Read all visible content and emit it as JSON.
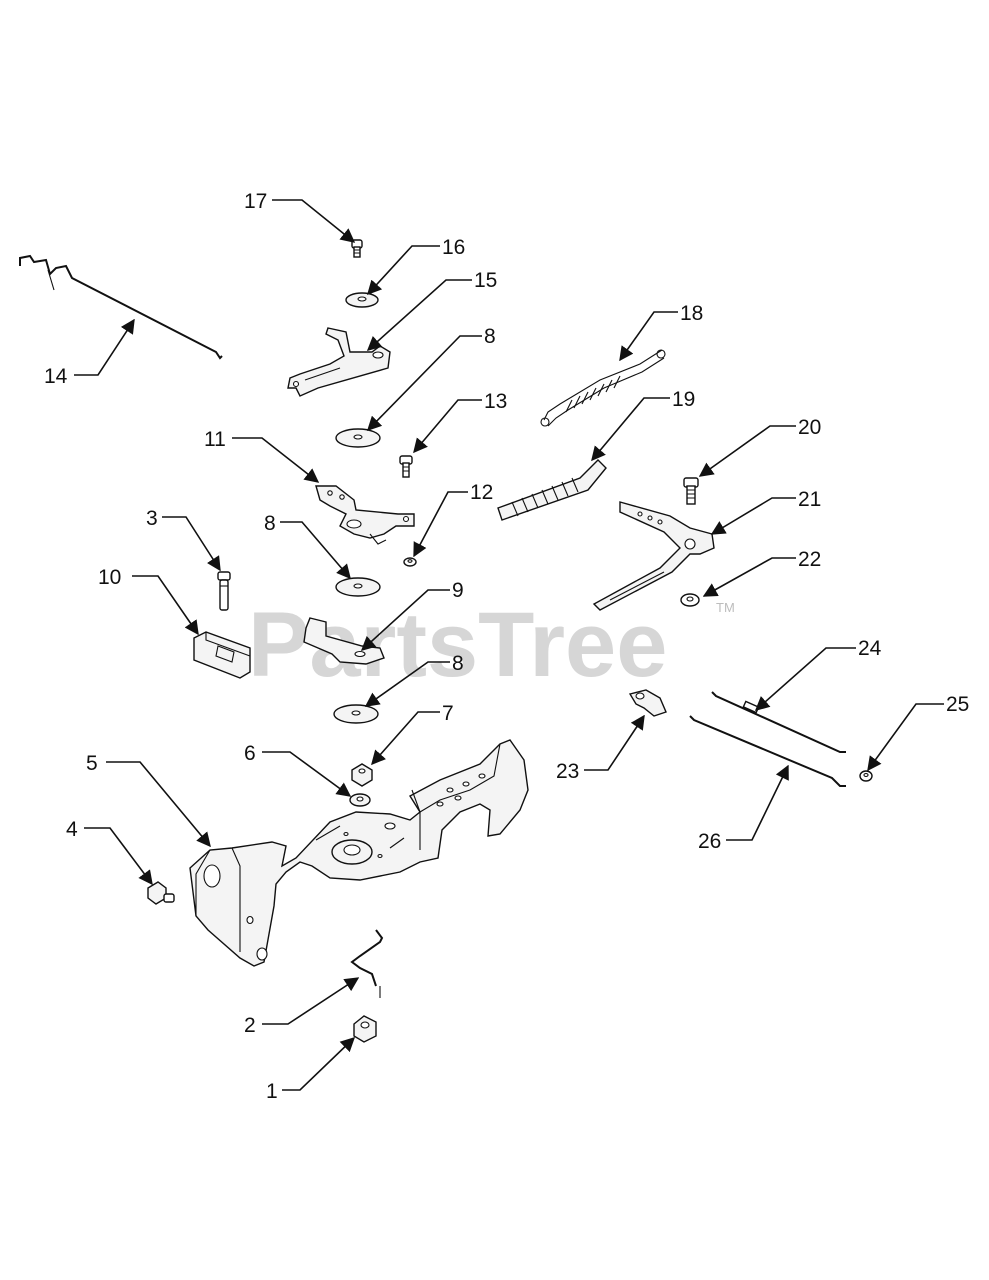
{
  "watermark": {
    "text": "PartsTree",
    "mark": "TM"
  },
  "callouts": [
    {
      "id": "c17",
      "label": "17"
    },
    {
      "id": "c16",
      "label": "16"
    },
    {
      "id": "c15",
      "label": "15"
    },
    {
      "id": "c14",
      "label": "14"
    },
    {
      "id": "c8a",
      "label": "8"
    },
    {
      "id": "c13",
      "label": "13"
    },
    {
      "id": "c18",
      "label": "18"
    },
    {
      "id": "c19",
      "label": "19"
    },
    {
      "id": "c20",
      "label": "20"
    },
    {
      "id": "c11",
      "label": "11"
    },
    {
      "id": "c12",
      "label": "12"
    },
    {
      "id": "c21",
      "label": "21"
    },
    {
      "id": "c3",
      "label": "3"
    },
    {
      "id": "c8b",
      "label": "8"
    },
    {
      "id": "c22",
      "label": "22"
    },
    {
      "id": "c10",
      "label": "10"
    },
    {
      "id": "c9",
      "label": "9"
    },
    {
      "id": "c8c",
      "label": "8"
    },
    {
      "id": "c24",
      "label": "24"
    },
    {
      "id": "c25",
      "label": "25"
    },
    {
      "id": "c7",
      "label": "7"
    },
    {
      "id": "c5",
      "label": "5"
    },
    {
      "id": "c6",
      "label": "6"
    },
    {
      "id": "c23",
      "label": "23"
    },
    {
      "id": "c4",
      "label": "4"
    },
    {
      "id": "c26",
      "label": "26"
    },
    {
      "id": "c2",
      "label": "2"
    },
    {
      "id": "c1",
      "label": "1"
    }
  ]
}
